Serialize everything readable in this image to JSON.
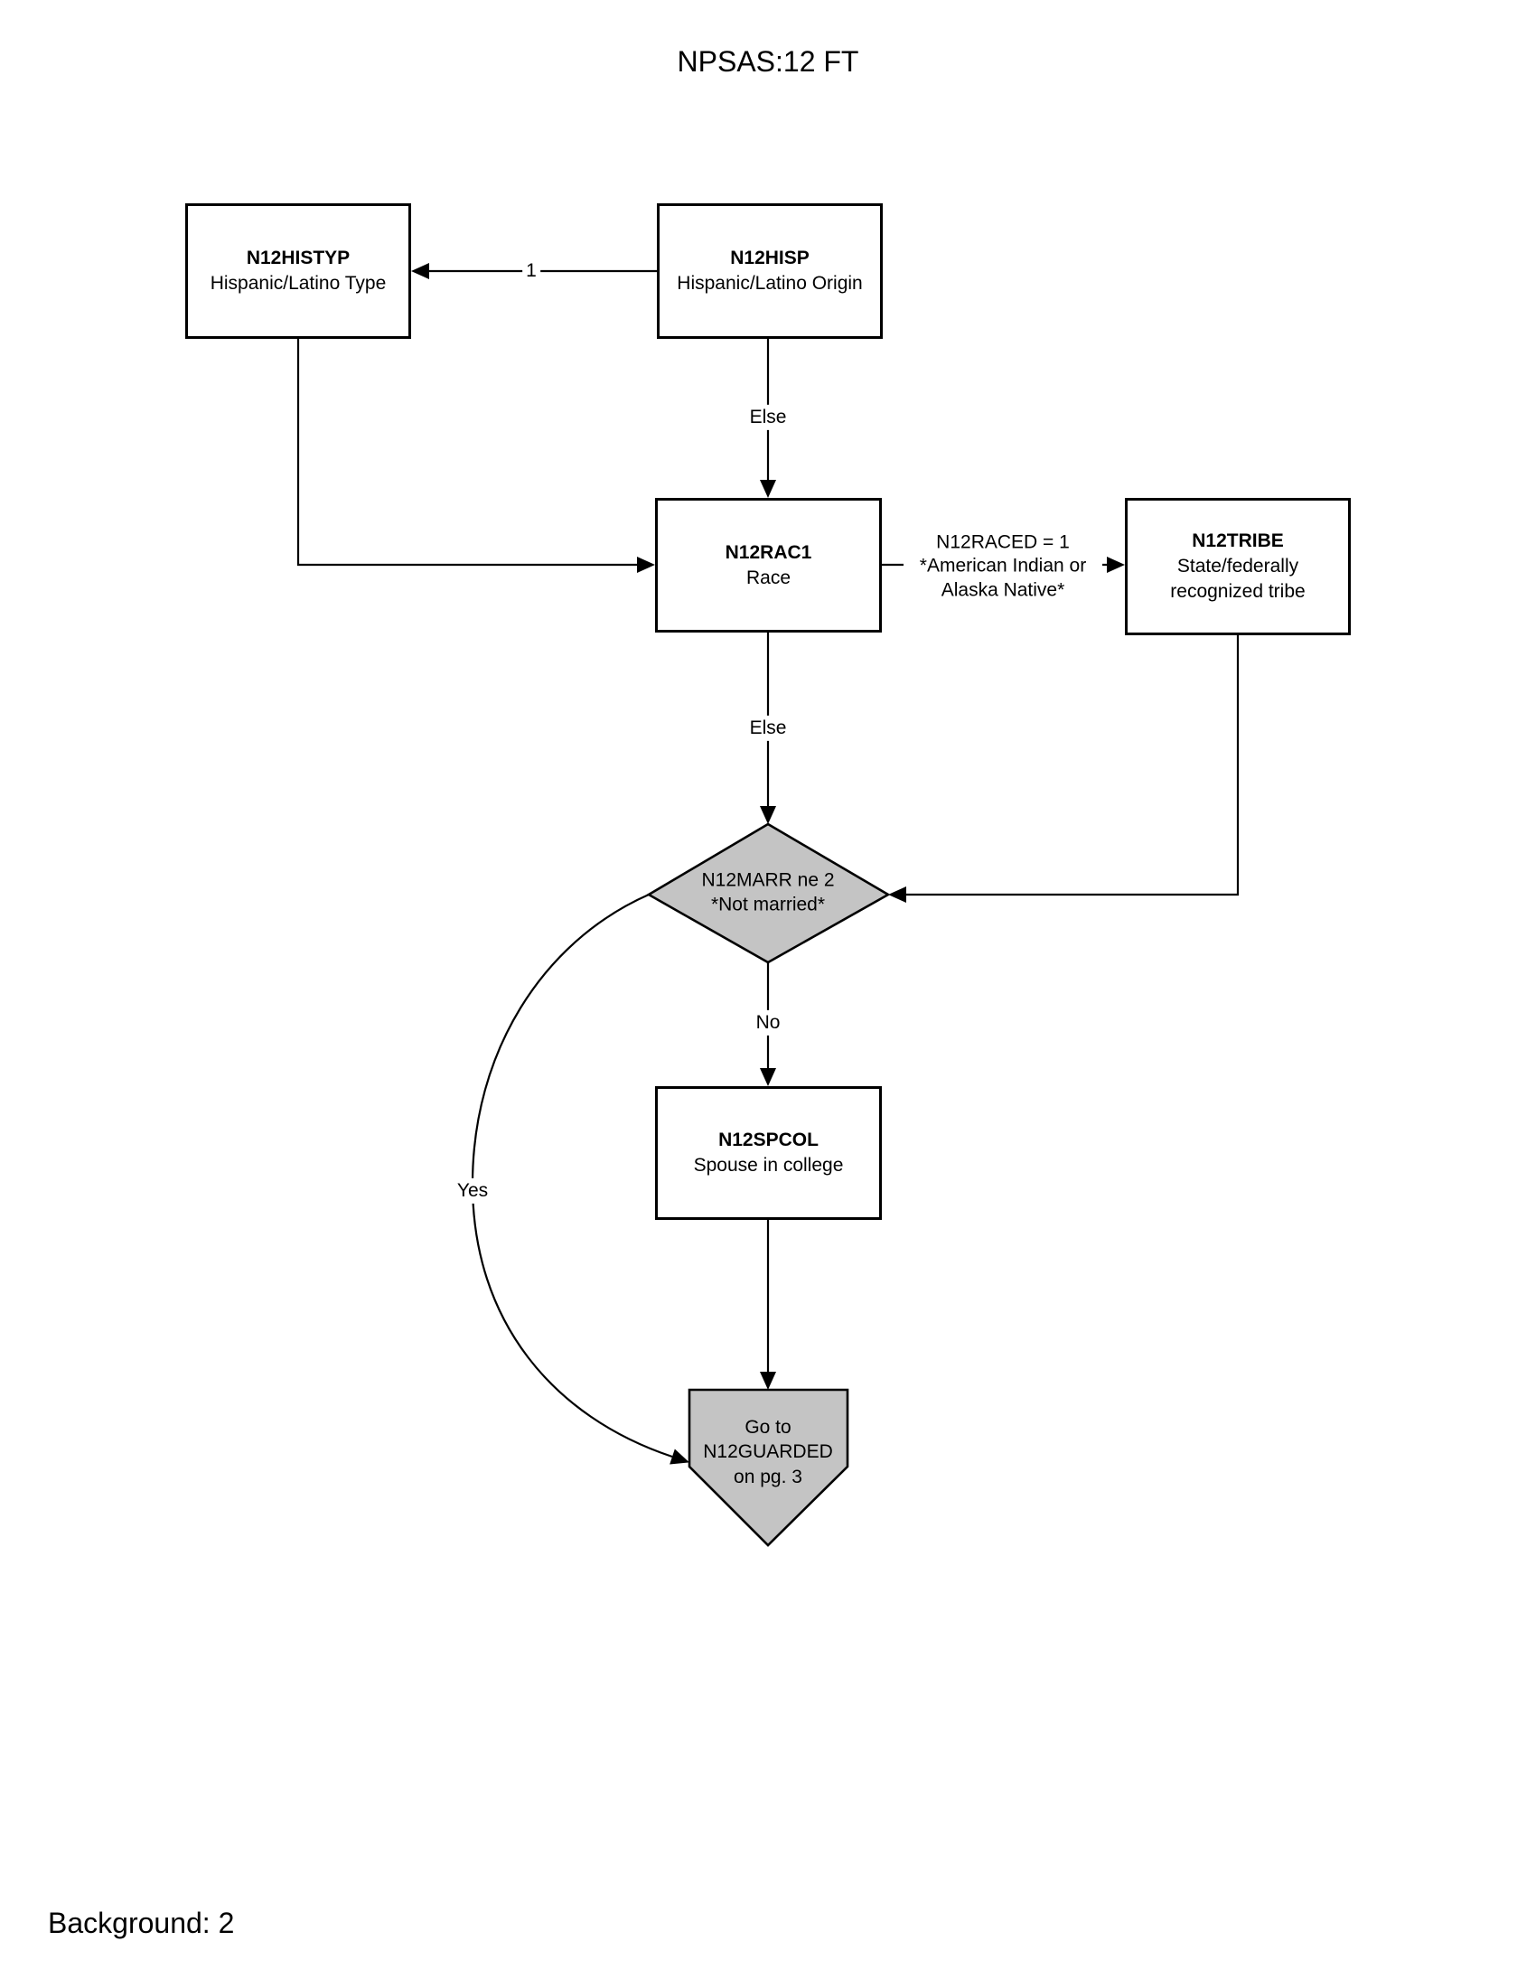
{
  "title": "NPSAS:12 FT",
  "footer": "Background: 2",
  "nodes": {
    "n12histyp": {
      "name": "N12HISTYP",
      "desc": "Hispanic/Latino Type"
    },
    "n12hisp": {
      "name": "N12HISP",
      "desc": "Hispanic/Latino Origin"
    },
    "n12rac1": {
      "name": "N12RAC1",
      "desc": "Race"
    },
    "n12tribe": {
      "name": "N12TRIBE",
      "desc": "State/federally\nrecognized tribe"
    },
    "n12marr": {
      "text": "N12MARR ne 2\n*Not married*"
    },
    "n12spcol": {
      "name": "N12SPCOL",
      "desc": "Spouse in college"
    },
    "n12guarded": {
      "text": "Go to\nN12GUARDED\non pg. 3"
    }
  },
  "edges": {
    "hisp_to_histyp": "1",
    "hisp_to_rac1": "Else",
    "rac1_to_tribe": "N12RACED = 1\n*American Indian or\nAlaska Native*",
    "rac1_to_marr": "Else",
    "marr_to_spcol": "No",
    "marr_to_guarded": "Yes"
  },
  "colors": {
    "line": "#000000",
    "shape_fill": "#c4c4c4",
    "box_fill": "#ffffff"
  }
}
